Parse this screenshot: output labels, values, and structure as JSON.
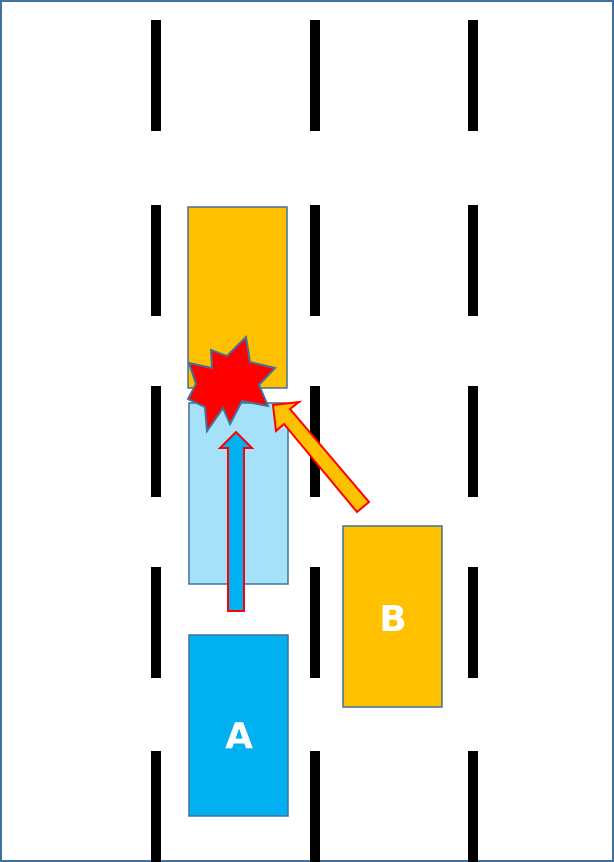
{
  "diagram": {
    "type": "traffic-collision-diagram",
    "colors": {
      "frame": "#41719C",
      "lane_marking": "#000000",
      "car_a": "#00B0F0",
      "car_a_ghost": "#A6E1FA",
      "car_b": "#FFC000",
      "collision_star": "#FF0000",
      "arrow_outline": "#FF0000",
      "label_text": "#FFFFFF"
    },
    "vehicles": [
      {
        "id": "A",
        "label": "A",
        "state": "current"
      },
      {
        "id": "A-ghost",
        "label": "",
        "state": "future-position"
      },
      {
        "id": "B",
        "label": "B",
        "state": "current"
      },
      {
        "id": "B-ghost",
        "label": "",
        "state": "future-position"
      }
    ],
    "arrows": [
      {
        "id": "path-a",
        "direction": "straight-ahead"
      },
      {
        "id": "path-b",
        "direction": "diagonal-left"
      }
    ],
    "collision": {
      "icon": "explosion-icon"
    }
  }
}
